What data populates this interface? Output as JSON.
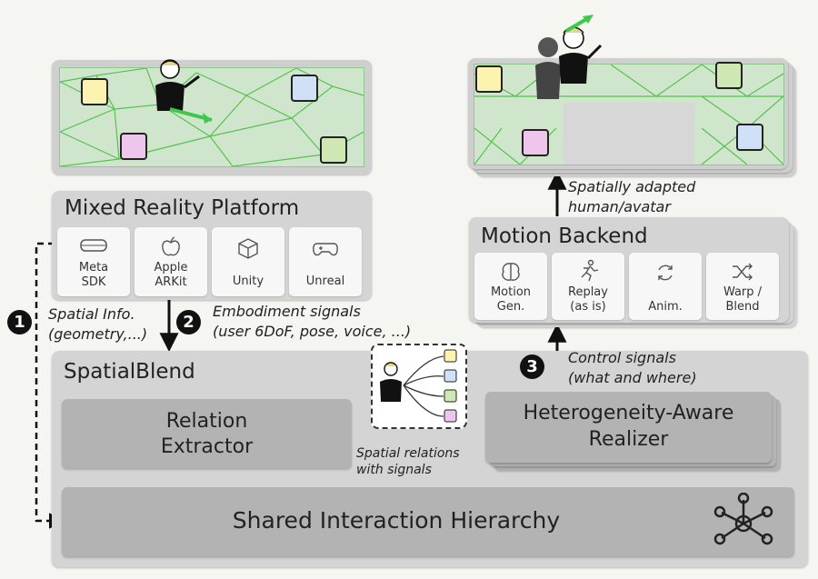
{
  "mr_platform": {
    "title": "Mixed Reality Platform",
    "cards": [
      {
        "line1": "Meta",
        "line2": "SDK",
        "icon": "vr-headset-icon"
      },
      {
        "line1": "Apple",
        "line2": "ARKit",
        "icon": "apple-icon"
      },
      {
        "line1": "Unity",
        "line2": "",
        "icon": "cube-icon"
      },
      {
        "line1": "Unreal",
        "line2": "",
        "icon": "gamepad-icon"
      }
    ]
  },
  "motion_backend": {
    "title": "Motion Backend",
    "cards": [
      {
        "line1": "Motion",
        "line2": "Gen.",
        "icon": "brain-icon"
      },
      {
        "line1": "Replay",
        "line2": "(as is)",
        "icon": "running-person-icon"
      },
      {
        "line1": "Anim.",
        "line2": "",
        "icon": "cycle-icon"
      },
      {
        "line1": "Warp /",
        "line2": "Blend",
        "icon": "shuffle-icon"
      }
    ]
  },
  "spatialblend": {
    "title": "SpatialBlend",
    "relation_extractor": {
      "line1": "Relation",
      "line2": "Extractor"
    },
    "realizer": {
      "line1": "Heterogeneity-Aware",
      "line2": "Realizer"
    },
    "hierarchy": "Shared Interaction Hierarchy"
  },
  "annotations": {
    "step1": {
      "num": "1",
      "line1": "Spatial Info.",
      "line2": "(geometry,...)"
    },
    "step2": {
      "num": "2",
      "line1": "Embodiment signals",
      "line2": "(user 6DoF, pose, voice, ...)"
    },
    "step3": {
      "num": "3",
      "line1": "Control signals",
      "line2": "(what and where)"
    },
    "adapted": {
      "line1": "Spatially adapted",
      "line2": "human/avatar"
    },
    "relations": {
      "line1": "Spatial relations",
      "line2": "with signals"
    }
  },
  "colors": {
    "yellow": "#fdf3b0",
    "blue": "#cfe0f7",
    "pink": "#eec6ec",
    "green": "#cfe7b2",
    "mesh_fill": "#cfe6cd",
    "mesh_line": "#57c14f",
    "arrow_green": "#3cc84a"
  }
}
